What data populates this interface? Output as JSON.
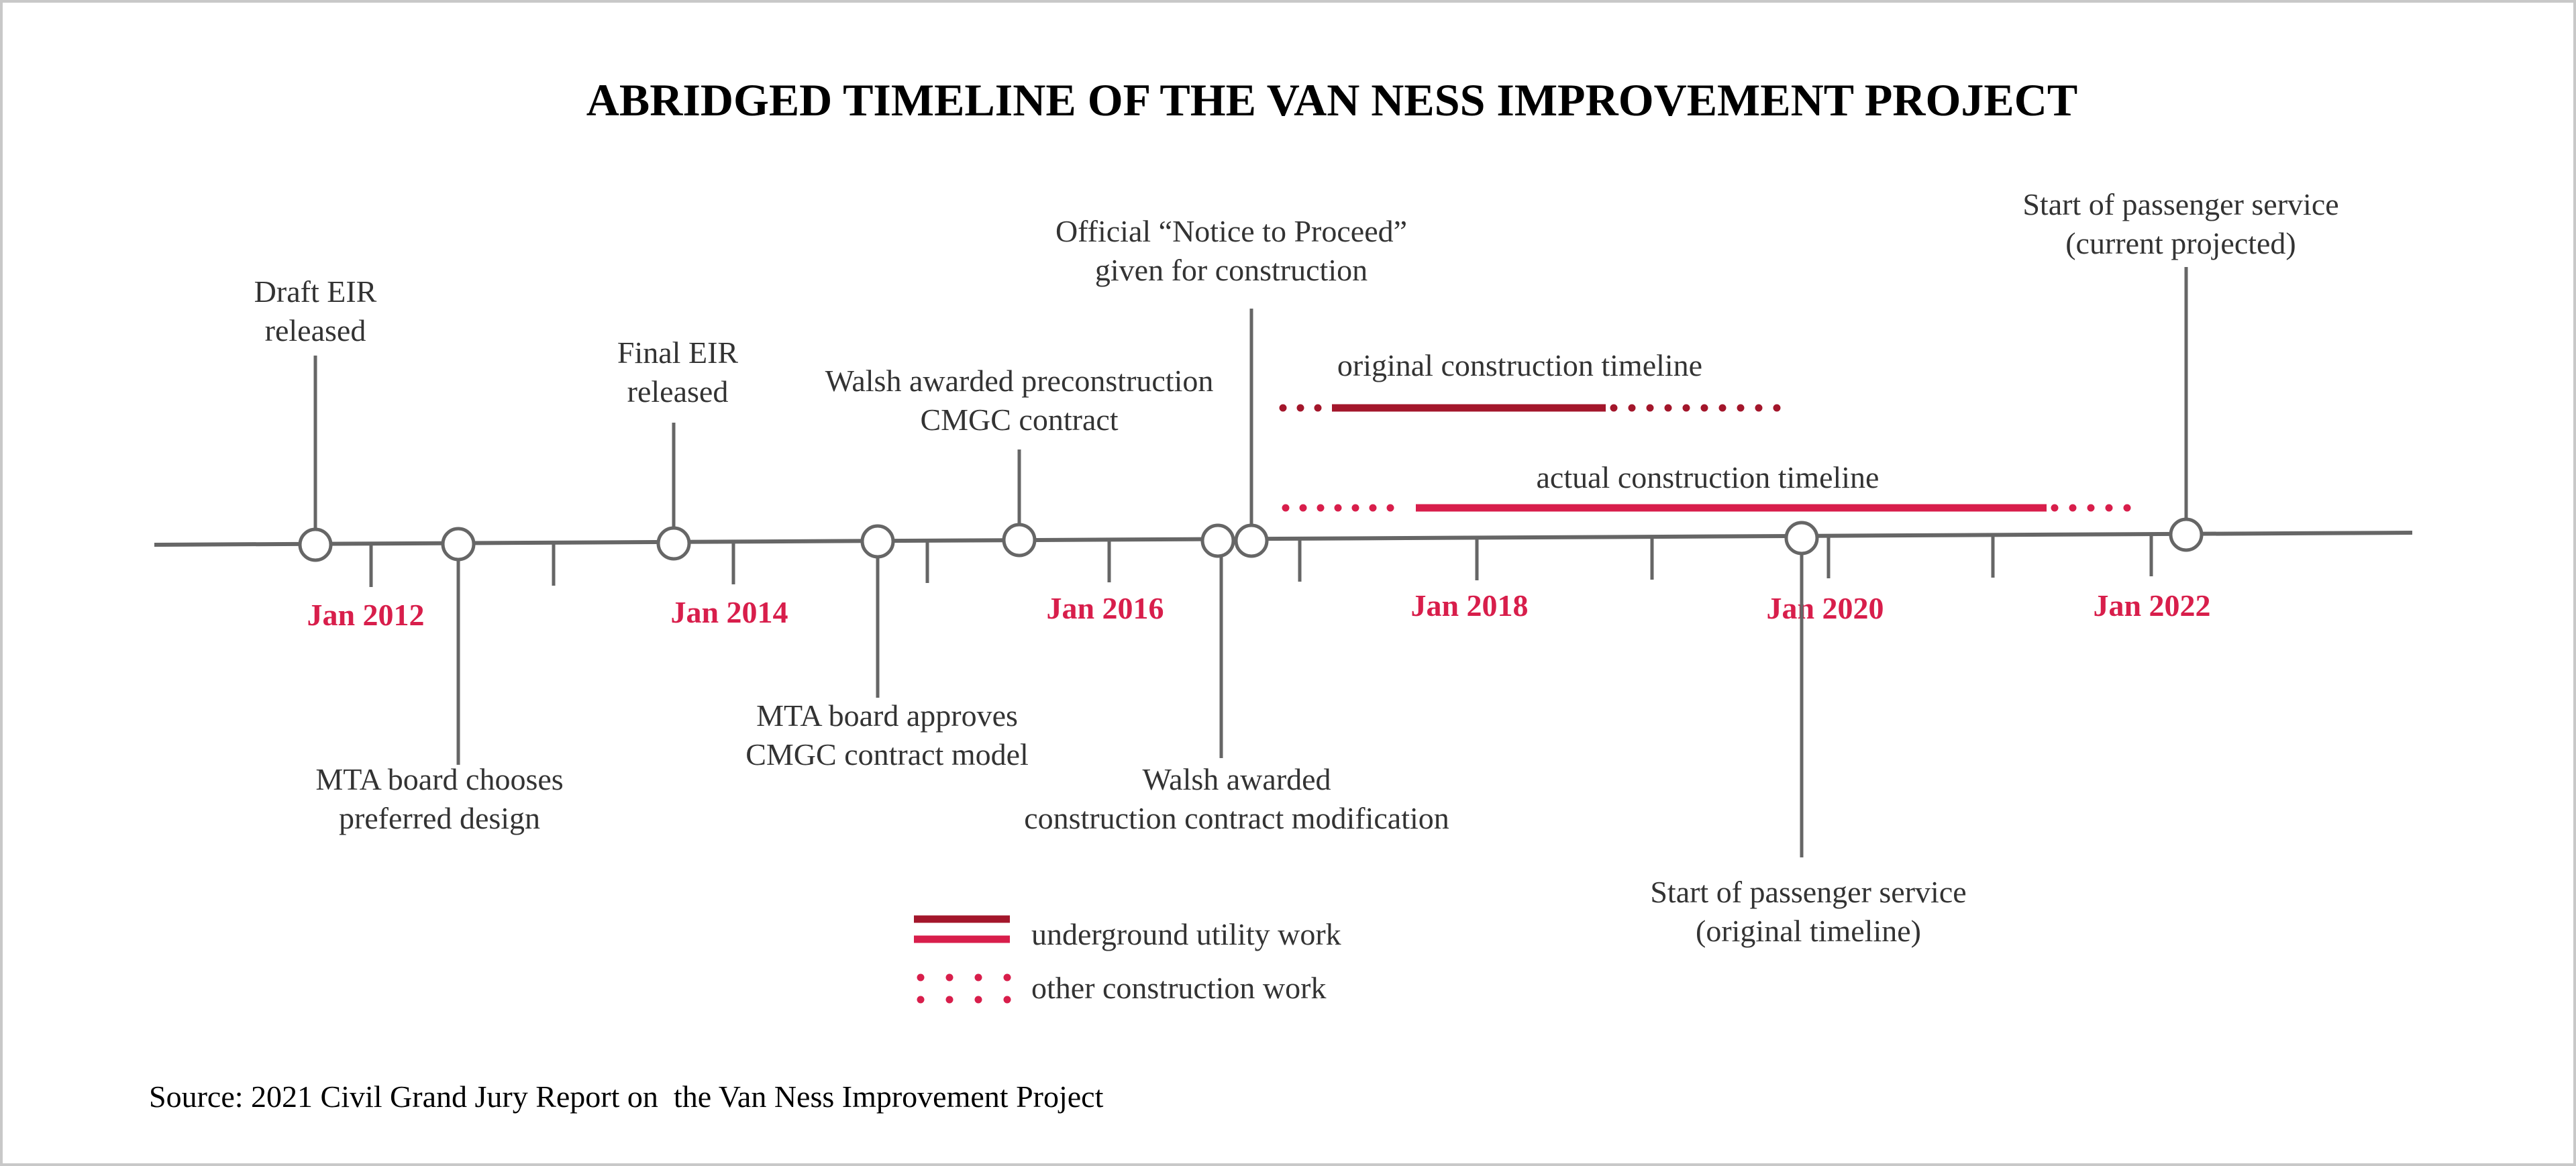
{
  "title": "ABRIDGED TIMELINE OF THE VAN NESS IMPROVEMENT PROJECT",
  "source": "Source: 2021 Civil Grand Jury Report on  the Van Ness Improvement Project",
  "colors": {
    "axis": "#666666",
    "year_label": "#d81e4b",
    "underground": "#a3162b",
    "other": "#d81e4b",
    "text": "#333333"
  },
  "year_labels": [
    "Jan 2012",
    "Jan 2014",
    "Jan 2016",
    "Jan 2018",
    "Jan 2020",
    "Jan 2022"
  ],
  "events": [
    {
      "id": "draft-eir",
      "lines": [
        "Draft EIR",
        "released"
      ],
      "side": "above"
    },
    {
      "id": "mta-chooses-design",
      "lines": [
        "MTA board chooses",
        "preferred design"
      ],
      "side": "below"
    },
    {
      "id": "final-eir",
      "lines": [
        "Final EIR",
        "released"
      ],
      "side": "above"
    },
    {
      "id": "mta-approves-cmgc",
      "lines": [
        "MTA board approves",
        "CMGC contract model"
      ],
      "side": "below"
    },
    {
      "id": "walsh-preconstruction",
      "lines": [
        "Walsh awarded preconstruction",
        "CMGC contract"
      ],
      "side": "above"
    },
    {
      "id": "walsh-modification",
      "lines": [
        "Walsh awarded",
        "construction contract modification"
      ],
      "side": "below"
    },
    {
      "id": "notice-to-proceed",
      "lines": [
        "Official “Notice to Proceed”",
        "given for construction"
      ],
      "side": "above"
    },
    {
      "id": "service-original",
      "lines": [
        "Start of passenger service",
        "(original timeline)"
      ],
      "side": "below"
    },
    {
      "id": "service-projected",
      "lines": [
        "Start of passenger service",
        "(current projected)"
      ],
      "side": "above"
    }
  ],
  "timelines": [
    {
      "id": "original",
      "label": "original construction timeline"
    },
    {
      "id": "actual",
      "label": "actual construction timeline"
    }
  ],
  "legend": [
    {
      "id": "underground",
      "label": "underground utility work",
      "style": "double-solid"
    },
    {
      "id": "other",
      "label": "other construction work",
      "style": "dotted"
    }
  ]
}
